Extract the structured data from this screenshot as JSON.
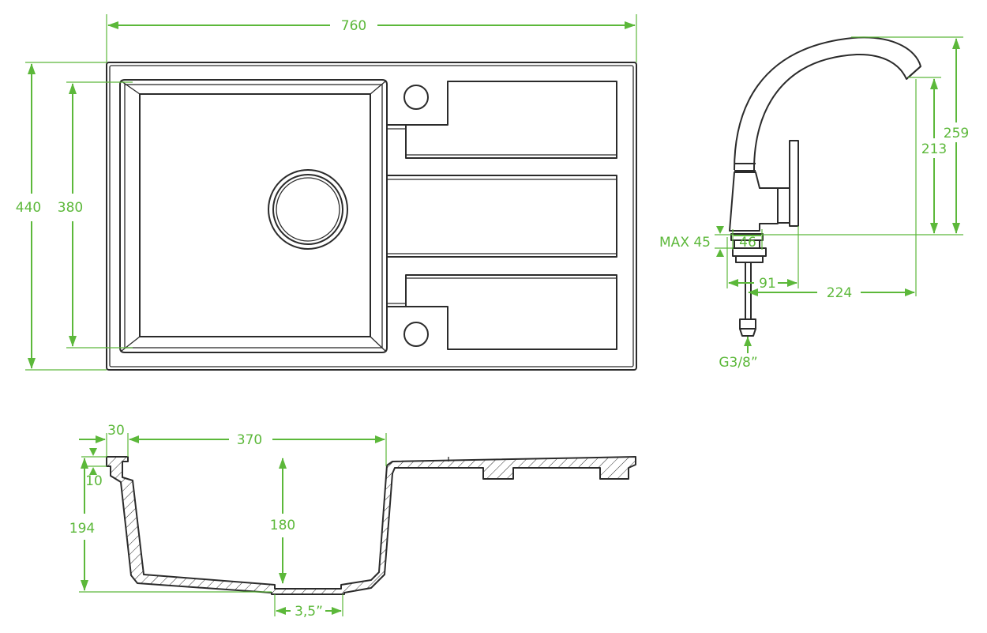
{
  "colors": {
    "dimension": "#5cb83a",
    "outline": "#2b2b2b",
    "background": "#ffffff"
  },
  "top_view": {
    "overall_width": "760",
    "overall_depth": "440",
    "bowl_depth": "380"
  },
  "section_view": {
    "rim_width": "30",
    "bowl_width": "370",
    "rim_thickness": "10",
    "total_height": "194",
    "bowl_height": "180",
    "drain_size": "3,5”"
  },
  "faucet_view": {
    "total_height": "259",
    "spout_height": "213",
    "max_countertop": "MAX 45",
    "base_diameter": "46",
    "handle_reach": "91",
    "spout_reach": "224",
    "connection": "G3/8”"
  }
}
